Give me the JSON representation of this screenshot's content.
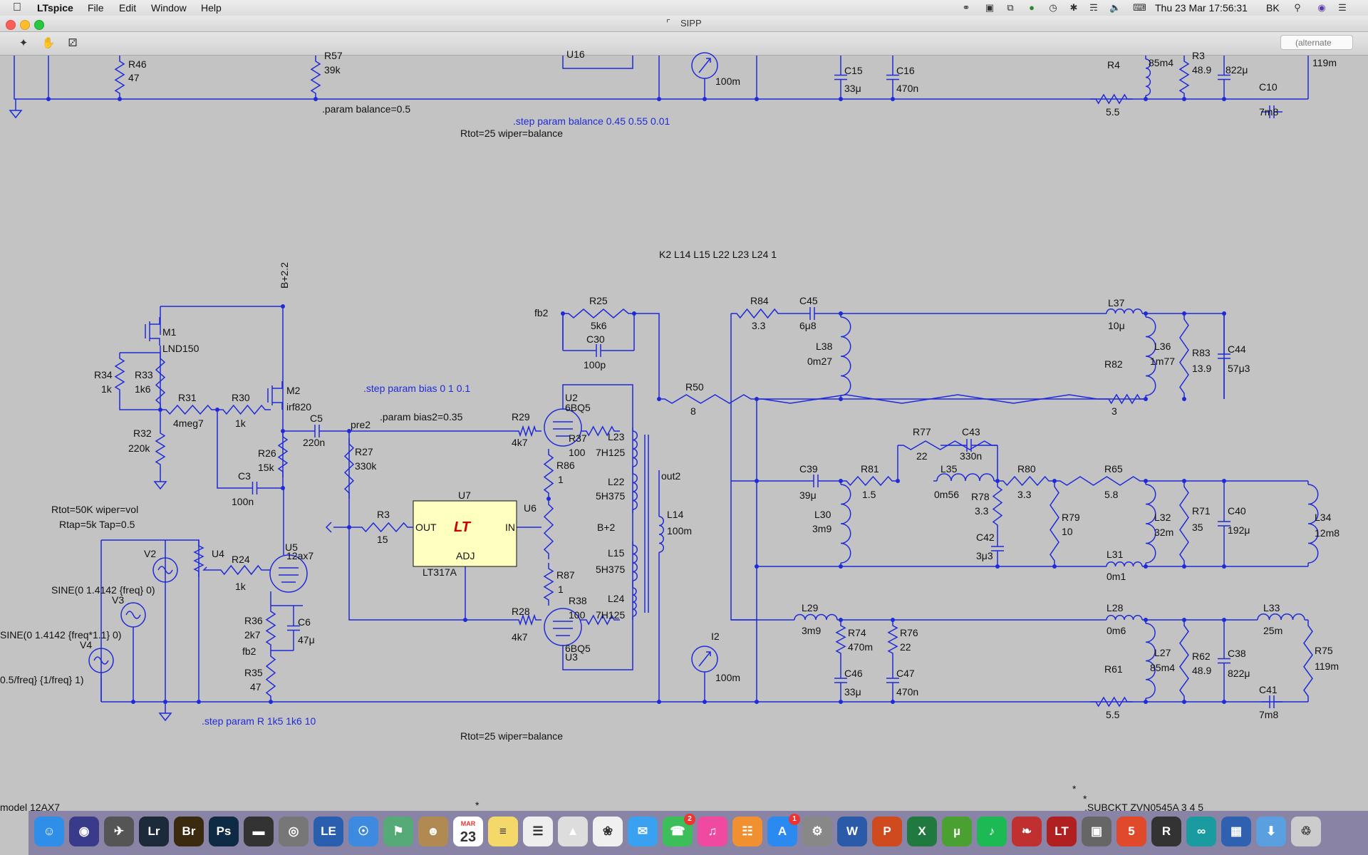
{
  "menubar": {
    "app_name": "LTspice",
    "items": [
      "File",
      "Edit",
      "Window",
      "Help"
    ],
    "clock": "Thu 23 Mar  17:56:31",
    "keyboard": "BK"
  },
  "window": {
    "title": "SIPP"
  },
  "toolbar": {
    "search_placeholder": "(alternate"
  },
  "schematic": {
    "colors": {
      "wire": "#1f2bd8",
      "background": "#c3c3c3",
      "regulator_fill": "#ffffc0"
    },
    "directives": {
      "param_balance": ".param balance=0.5",
      "step_balance": ".step param balance 0.45 0.55 0.01",
      "rtot_top": "Rtot=25 wiper=balance",
      "coupling": "K2 L14 L15 L22 L23 L24 1",
      "step_bias": ".step param bias 0 1 0.1",
      "param_bias2": ".param bias2=0.35",
      "rtot_vol": "Rtot=50K wiper=vol",
      "rtap": "Rtap=5k Tap=0.5",
      "sine_v2": "SINE(0 1.4142 {freq} 0)",
      "sine_v3": "SINE(0 1.4142 {freq*1.1} 0)",
      "pulse_v4": "0.5/freq} {1/freq} 1)",
      "step_r": ".step param R 1k5 1k6 10",
      "rtot_bottom": "Rtot=25 wiper=balance",
      "model": "model 12AX7",
      "subckt": ".SUBCKT ZVN0545A 3 4 5"
    },
    "nets": {
      "bplus22": "B+2.2",
      "pre2": "pre2",
      "fb2": "fb2",
      "fb2b": "fb2",
      "out2": "out2",
      "bplus2": "B+2"
    },
    "regulator": {
      "ref": "U7",
      "part": "LT317A",
      "out": "OUT",
      "in": "IN",
      "adj": "ADJ",
      "logo": "LT"
    },
    "labels": {
      "R46": "R46",
      "R46v": "47",
      "R57": "R57",
      "R57v": "39k",
      "U16": "U16",
      "I1v": "100m",
      "C15": "C15",
      "C15v": "33μ",
      "C16": "C16",
      "C16v": "470n",
      "R4": "R4",
      "R4v": "5.5",
      "L_top": "85m4",
      "R3": "R3",
      "R3v": "48.9",
      "C_top": "822μ",
      "C10": "C10",
      "C10v": "7m8",
      "R_top": "119m",
      "M1": "M1",
      "M1v": "LND150",
      "R34": "R34",
      "R34v": "1k",
      "R33": "R33",
      "R33v": "1k6",
      "R31": "R31",
      "R31v": "4meg7",
      "R30": "R30",
      "R30v": "1k",
      "M2": "M2",
      "M2v": "irf820",
      "R32": "R32",
      "R32v": "220k",
      "R26": "R26",
      "R26v": "15k",
      "C5": "C5",
      "C5v": "220n",
      "C3": "C3",
      "C3v": "100n",
      "R27": "R27",
      "R27v": "330k",
      "R3b": "R3",
      "R3bv": "15",
      "U6": "U6",
      "U4": "U4",
      "V2": "V2",
      "V3": "V3",
      "V4": "V4",
      "R24": "R24",
      "R24v": "1k",
      "U5": "U5",
      "U5v": "12ax7",
      "R36": "R36",
      "R36v": "2k7",
      "C6": "C6",
      "C6v": "47μ",
      "R35": "R35",
      "R35v": "47",
      "R25": "R25",
      "R25v": "5k6",
      "C30": "C30",
      "C30v": "100p",
      "R29": "R29",
      "R29v": "4k7",
      "U2": "U2",
      "U2v": "6BQ5",
      "R37": "R37",
      "R37v": "100",
      "L23": "L23",
      "L23v": "7H125",
      "R86": "R86",
      "R86v": "1",
      "L22": "L22",
      "L22v": "5H375",
      "L14": "L14",
      "L14v": "100m",
      "L15": "L15",
      "L15v": "5H375",
      "R87": "R87",
      "R87v": "1",
      "R38": "R38",
      "R38v": "100",
      "L24": "L24",
      "L24v": "7H125",
      "R28": "R28",
      "R28v": "4k7",
      "U3": "U3",
      "U3v": "6BQ5",
      "R50": "R50",
      "R50v": "8",
      "I2": "I2",
      "I2v": "100m",
      "R84": "R84",
      "R84v": "3.3",
      "C45": "C45",
      "C45v": "6μ8",
      "L38": "L38",
      "L38v": "0m27",
      "L37": "L37",
      "L37v": "10μ",
      "L36": "L36",
      "L36v": "1m77",
      "R83": "R83",
      "R83v": "13.9",
      "C44": "C44",
      "C44v": "57μ3",
      "R82": "R82",
      "R82v": "3",
      "R77": "R77",
      "R77v": "22",
      "C43": "C43",
      "C43v": "330n",
      "C39": "C39",
      "C39v": "39μ",
      "R81": "R81",
      "R81v": "1.5",
      "L35": "L35",
      "L35v": "0m56",
      "R78": "R78",
      "R78v": "3.3",
      "R80": "R80",
      "R80v": "3.3",
      "R65": "R65",
      "R65v": "5.8",
      "L30": "L30",
      "L30v": "3m9",
      "C42": "C42",
      "C42v": "3μ3",
      "R79": "R79",
      "R79v": "10",
      "L32": "L32",
      "L32v": "32m",
      "R71": "R71",
      "R71v": "35",
      "C40": "C40",
      "C40v": "192μ",
      "L34": "L34",
      "L34v": "12m8",
      "L31": "L31",
      "L31v": "0m1",
      "L29": "L29",
      "L29v": "3m9",
      "R74": "R74",
      "R74v": "470m",
      "R76": "R76",
      "R76v": "22",
      "L28": "L28",
      "L28v": "0m6",
      "L33": "L33",
      "L33v": "25m",
      "L27": "L27",
      "L27v": "85m4",
      "R62": "R62",
      "R62v": "48.9",
      "C38": "C38",
      "C38v": "822μ",
      "R75": "R75",
      "R75v": "119m",
      "C46": "C46",
      "C46v": "33μ",
      "C47": "C47",
      "C47v": "470n",
      "R61": "R61",
      "R61v": "5.5",
      "C41": "C41",
      "C41v": "7m8"
    }
  },
  "dock": {
    "items": [
      {
        "name": "finder",
        "glyph": "☺",
        "color": "#2f8fe8"
      },
      {
        "name": "siri",
        "glyph": "◉",
        "color": "#3a3a8a"
      },
      {
        "name": "launchpad",
        "glyph": "✈",
        "color": "#555"
      },
      {
        "name": "lightroom",
        "glyph": "Lr",
        "color": "#1d2a3a"
      },
      {
        "name": "bridge",
        "glyph": "Br",
        "color": "#3a2a10"
      },
      {
        "name": "photoshop",
        "glyph": "Ps",
        "color": "#0f2a44"
      },
      {
        "name": "final-cut",
        "glyph": "▬",
        "color": "#333"
      },
      {
        "name": "disk-utility",
        "glyph": "◎",
        "color": "#777"
      },
      {
        "name": "le",
        "glyph": "LE",
        "color": "#2a5fb0"
      },
      {
        "name": "safari",
        "glyph": "☉",
        "color": "#3d8ae0"
      },
      {
        "name": "preview",
        "glyph": "⚑",
        "color": "#5a7"
      },
      {
        "name": "contacts",
        "glyph": "☻",
        "color": "#b08a50"
      },
      {
        "name": "calendar",
        "glyph": "23",
        "color": "#ffffff"
      },
      {
        "name": "notes",
        "glyph": "≡",
        "color": "#f5d86a"
      },
      {
        "name": "reminders",
        "glyph": "☰",
        "color": "#eeeeee"
      },
      {
        "name": "keynote",
        "glyph": "▲",
        "color": "#ddd"
      },
      {
        "name": "photos",
        "glyph": "❀",
        "color": "#f0f0f0"
      },
      {
        "name": "messages",
        "glyph": "✉",
        "color": "#3aa0f0"
      },
      {
        "name": "facetime",
        "glyph": "☎",
        "color": "#3cbf5a"
      },
      {
        "name": "itunes",
        "glyph": "♫",
        "color": "#f04aa0"
      },
      {
        "name": "ibooks",
        "glyph": "☷",
        "color": "#f09030"
      },
      {
        "name": "app-store",
        "glyph": "A",
        "color": "#2a8af0"
      },
      {
        "name": "system-preferences",
        "glyph": "⚙",
        "color": "#888"
      },
      {
        "name": "word",
        "glyph": "W",
        "color": "#2b5aa8"
      },
      {
        "name": "powerpoint",
        "glyph": "P",
        "color": "#d04a20"
      },
      {
        "name": "excel",
        "glyph": "X",
        "color": "#207a40"
      },
      {
        "name": "utorrent",
        "glyph": "µ",
        "color": "#4aa030"
      },
      {
        "name": "spotify",
        "glyph": "♪",
        "color": "#1db954"
      },
      {
        "name": "feather",
        "glyph": "❧",
        "color": "#c03030"
      },
      {
        "name": "ltspice",
        "glyph": "LT",
        "color": "#b02020"
      },
      {
        "name": "scanner",
        "glyph": "▣",
        "color": "#666"
      },
      {
        "name": "html",
        "glyph": "5",
        "color": "#e04a2a"
      },
      {
        "name": "rescuepro",
        "glyph": "R",
        "color": "#333"
      },
      {
        "name": "arduino",
        "glyph": "∞",
        "color": "#1a9ba0"
      },
      {
        "name": "virtualbox",
        "glyph": "▦",
        "color": "#3060b0"
      },
      {
        "name": "downloads",
        "glyph": "⬇",
        "color": "#5aa0e0"
      },
      {
        "name": "trash",
        "glyph": "♲",
        "color": "#cccccc"
      }
    ],
    "badges": {
      "facetime": "2",
      "app-store": "1"
    },
    "calendar_month": "MAR",
    "calendar_day": "23"
  }
}
